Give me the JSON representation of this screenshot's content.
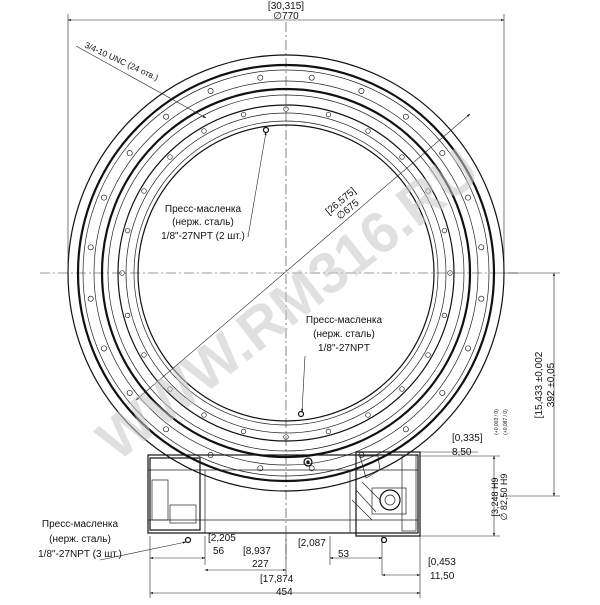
{
  "dimensions": {
    "outer_dia_in": "[30,315]",
    "outer_dia_mm": "∅770",
    "bolt_circle_in": "[26,575]",
    "bolt_circle_mm": "∅675",
    "dim_0335_in": "[0,335]",
    "dim_0335_mm": "8,50",
    "dim_3248_in": "[3,248 H9",
    "dim_3248_tol": "(+0,003 / 0)",
    "dim_8250_mm": "∅ 82,50 H9",
    "dim_8250_tol": "(+0,087 / 0)",
    "dim_15433_in": "[15,433 ±0,002",
    "dim_392_mm": "392 ±0,05",
    "dim_2205_in": "[2,205",
    "dim_56_mm": "56",
    "dim_8937_in": "[8,937",
    "dim_227_mm": "227",
    "dim_2087_in": "[2,087",
    "dim_53_mm": "53",
    "dim_0453_in": "[0,453",
    "dim_1150_mm": "11,50",
    "dim_17874_in": "[17,874",
    "dim_454_mm": "454"
  },
  "labels": {
    "holes": "3/4-10 UNC (24 отв.)",
    "grease1_l1": "Пресс-масленка",
    "grease1_l2": "(нерж. сталь)",
    "grease1_l3": "1/8\"-27NPT (2 шт.)",
    "grease2_l1": "Пресс-масленка",
    "grease2_l2": "(нерж. сталь)",
    "grease2_l3": "1/8\"-27NPT",
    "grease3_l1": "Пресс-масленка",
    "grease3_l2": "(нерж. сталь)",
    "grease3_l3": "1/8\"-27NPT (3 шт.)"
  },
  "watermark": "WWW.RM316.RU"
}
